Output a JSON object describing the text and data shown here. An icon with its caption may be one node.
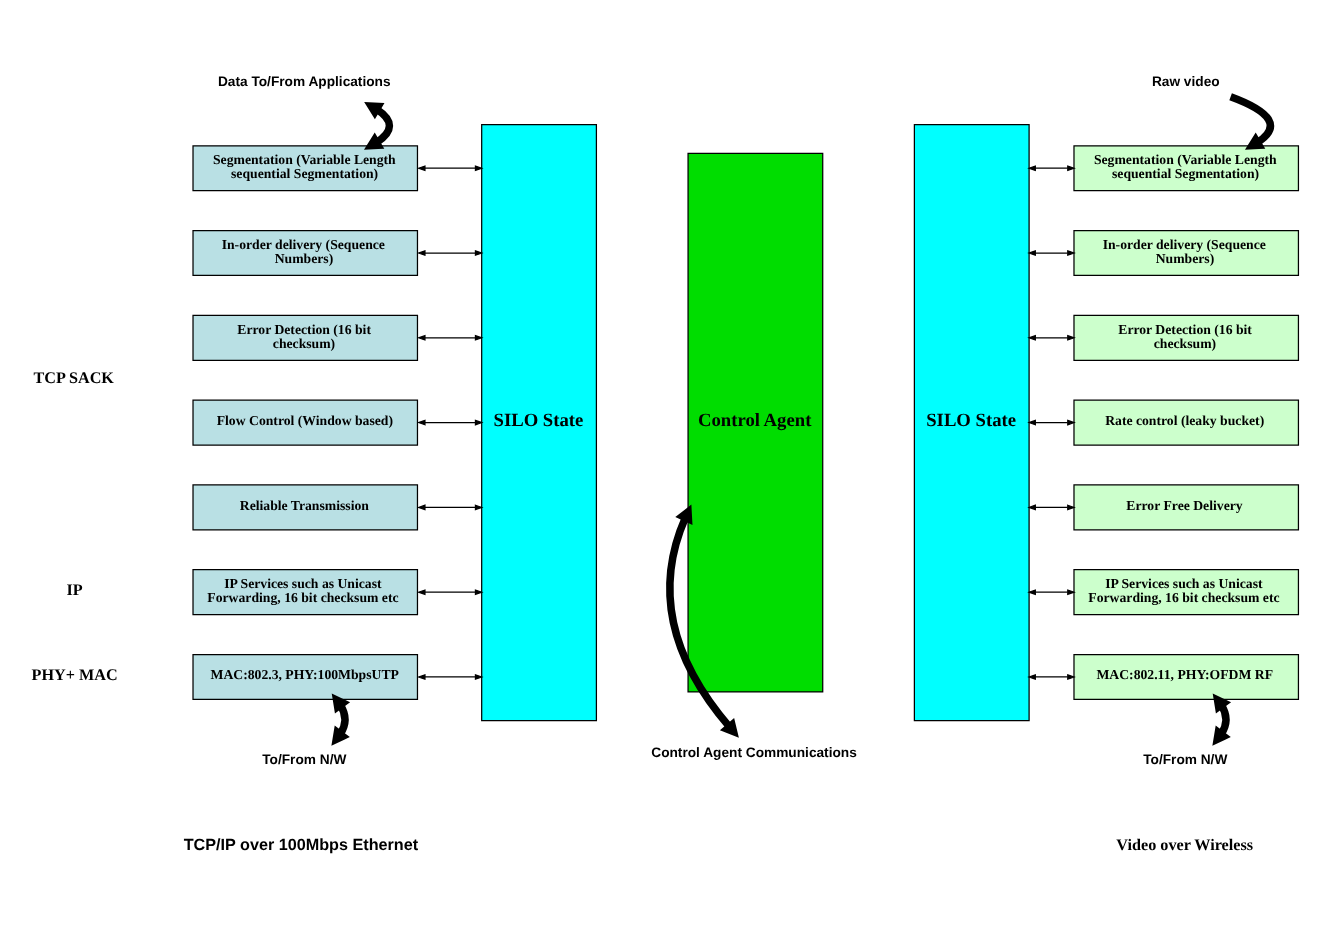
{
  "diagram": {
    "nodes": [
      {
        "text": [
          "Data To/From Applications"
        ]
      },
      {
        "text": [
          "Raw video"
        ]
      },
      {
        "text": [
          "Segmentation (Variable Length sequential Segmentation)"
        ]
      },
      {
        "text": [
          "In-order delivery (Sequence Numbers)"
        ]
      },
      {
        "text": [
          "Error Detection (16 bit checksum)"
        ]
      },
      {
        "text": [
          "Flow Control (Window based)"
        ]
      },
      {
        "text": [
          "Reliable Transmission"
        ]
      },
      {
        "text": [
          "IP Services such as Unicast Forwarding, 16 bit checksum etc"
        ]
      },
      {
        "text": [
          "MAC:802.3, PHY:100MbpsUTP"
        ]
      },
      {
        "text": [
          "SILO State"
        ]
      },
      {
        "text": [
          "Control Agent"
        ]
      },
      {
        "text": [
          "SILO State"
        ]
      },
      {
        "text": [
          "Segmentation (Variable Length sequential Segmentation)"
        ]
      },
      {
        "text": [
          "In-order delivery (Sequence Numbers)"
        ]
      },
      {
        "text": [
          "Error Detection (16 bit checksum)"
        ]
      },
      {
        "text": [
          "Rate control (leaky bucket)"
        ]
      },
      {
        "text": [
          "Error Free Delivery"
        ]
      },
      {
        "text": [
          "IP Services such as Unicast Forwarding, 16 bit checksum etc"
        ]
      },
      {
        "text": [
          "MAC:802.11, PHY:OFDM RF"
        ]
      },
      {
        "text": [
          "To/From N/W"
        ]
      },
      {
        "text": [
          "Control Agent Communications"
        ]
      },
      {
        "text": [
          "To/From N/W"
        ]
      }
    ],
    "edges": [
      {
        "from": 0,
        "to": 2,
        "arrow": "both",
        "style": "thick"
      },
      {
        "from": 1,
        "to": 12,
        "arrow": "to",
        "style": "thick"
      },
      {
        "from": 2,
        "to": 9,
        "arrow": "both"
      },
      {
        "from": 3,
        "to": 9,
        "arrow": "both"
      },
      {
        "from": 4,
        "to": 9,
        "arrow": "both"
      },
      {
        "from": 5,
        "to": 9,
        "arrow": "both"
      },
      {
        "from": 6,
        "to": 9,
        "arrow": "both"
      },
      {
        "from": 7,
        "to": 9,
        "arrow": "both"
      },
      {
        "from": 8,
        "to": 9,
        "arrow": "both"
      },
      {
        "from": 11,
        "to": 12,
        "arrow": "both"
      },
      {
        "from": 11,
        "to": 13,
        "arrow": "both"
      },
      {
        "from": 11,
        "to": 14,
        "arrow": "both"
      },
      {
        "from": 11,
        "to": 15,
        "arrow": "both"
      },
      {
        "from": 11,
        "to": 16,
        "arrow": "both"
      },
      {
        "from": 11,
        "to": 17,
        "arrow": "both"
      },
      {
        "from": 11,
        "to": 18,
        "arrow": "both"
      },
      {
        "from": 8,
        "to": 19,
        "arrow": "both",
        "style": "thick"
      },
      {
        "from": 10,
        "to": 20,
        "arrow": "both",
        "style": "thick"
      },
      {
        "from": 18,
        "to": 21,
        "arrow": "both",
        "style": "thick"
      }
    ],
    "labels": [
      "TCP SACK",
      "IP",
      "PHY+ MAC",
      "TCP/IP over 100Mbps Ethernet",
      "Video over Wireless"
    ]
  }
}
